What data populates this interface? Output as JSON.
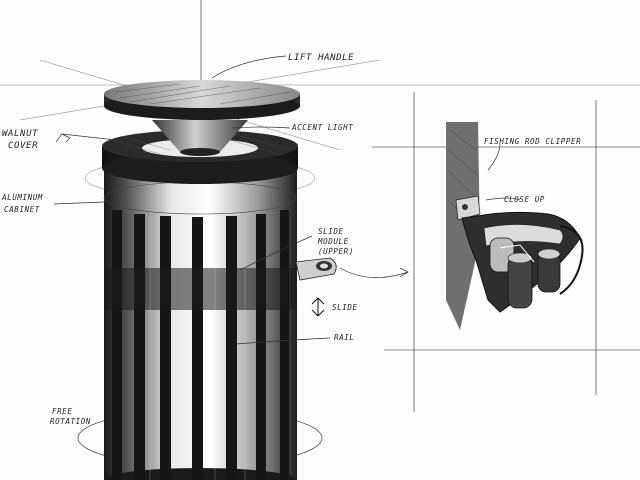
{
  "labels": {
    "lift_handle": "LIFT HANDLE",
    "accent_light": "ACCENT LIGHT",
    "walnut_cover": "WALNUT",
    "walnut_cover_2": "COVER",
    "aluminum_cabinet": "ALUMINUM",
    "aluminum_cabinet_2": "CABINET",
    "slide_module": "SLIDE",
    "slide_module_2": "MODULE",
    "slide_module_3": "(UPPER)",
    "slide": "SLIDE",
    "rail": "RAIL",
    "free_rotation": "FREE",
    "free_rotation_2": "ROTATION",
    "fishing_rod_clipper": "FISHING ROD CLIPPER",
    "close_up": "CLOSE UP"
  },
  "colors": {
    "ink": "#1a1a1a",
    "shade": "#2b2b2b",
    "paper": "#fdfdfd"
  }
}
